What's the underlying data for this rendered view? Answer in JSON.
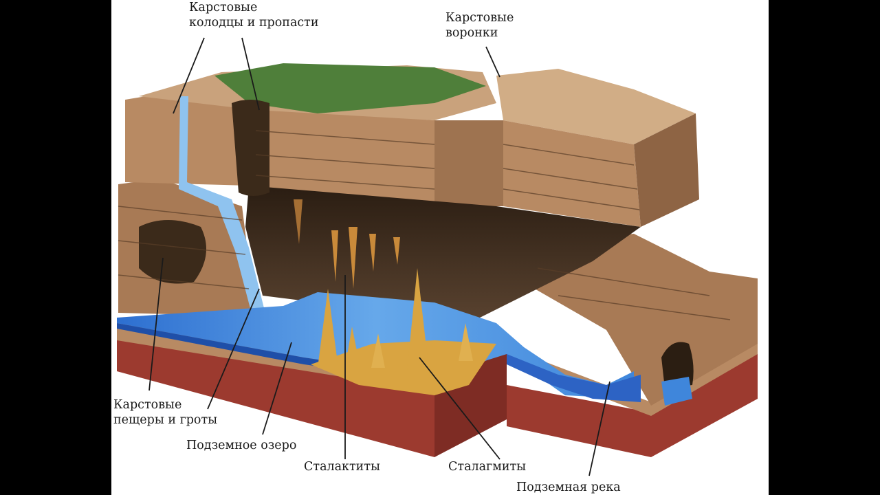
{
  "labels": {
    "wells": "Карстовые\nколодцы и пропасти",
    "funnels": "Карстовые\nворонки",
    "caves": "Карстовые\nпещеры и гроты",
    "lake": "Подземное озеро",
    "stalactites": "Сталактиты",
    "stalagmites": "Сталагмиты",
    "river": "Подземная река"
  },
  "colors": {
    "background": "#ffffff",
    "letterbox": "#000000",
    "rock_top": "#c9a27c",
    "rock_side": "#a87a55",
    "rock_dark": "#3b2a1a",
    "grass": "#4f7f3a",
    "water": "#4a90d9",
    "water_dark": "#1f4fa8",
    "clay_layer": "#9c3a2f",
    "dripstone": "#d9a441",
    "line": "#1a1a1a"
  }
}
